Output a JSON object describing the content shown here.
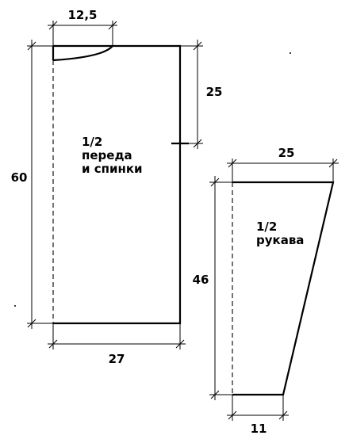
{
  "body_piece": {
    "label_line1": "1/2",
    "label_line2": "переда",
    "label_line3": "и спинки",
    "dim_neck_width": "12,5",
    "dim_height": "60",
    "dim_armhole": "25",
    "dim_width": "27"
  },
  "sleeve_piece": {
    "label_line1": "1/2",
    "label_line2": "рукава",
    "dim_top_width": "25",
    "dim_height": "46",
    "dim_bottom_width": "11"
  },
  "colors": {
    "ink": "#000000",
    "background": "#ffffff"
  }
}
